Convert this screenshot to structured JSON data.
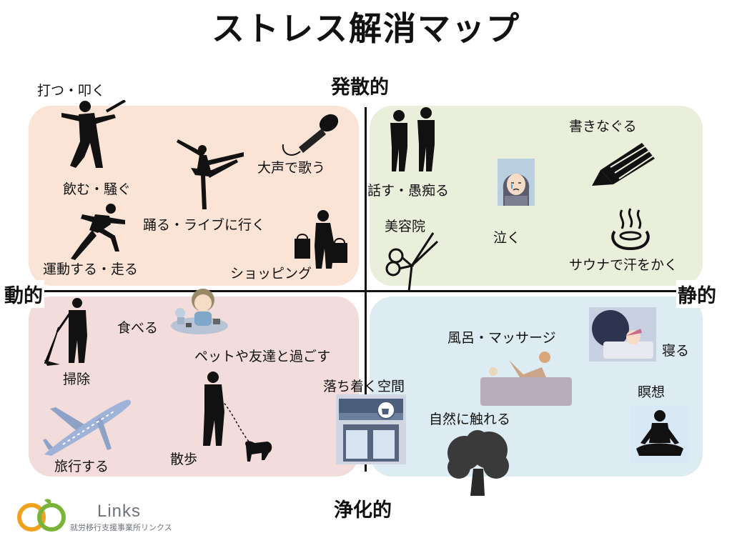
{
  "title": "ストレス解消マップ",
  "axes": {
    "top": "発散的",
    "bottom": "浄化的",
    "left": "動的",
    "right": "静的"
  },
  "items": {
    "hit": "打つ・叩く",
    "sing": "大声で歌う",
    "drink": "飲む・騒ぐ",
    "dance": "踊る・ライブに行く",
    "exercise": "運動する・走る",
    "shopping": "ショッピング",
    "talk": "話す・愚痴る",
    "write": "書きなぐる",
    "salon": "美容院",
    "cry": "泣く",
    "sauna": "サウナで汗をかく",
    "eat": "食べる",
    "pets": "ペットや友達と過ごす",
    "clean": "掃除",
    "travel": "旅行する",
    "walk": "散歩",
    "cafe": "落ち着く空間",
    "bath": "風呂・マッサージ",
    "sleep": "寝る",
    "meditate": "瞑想",
    "nature": "自然に触れる"
  },
  "logo": {
    "name": "Links",
    "subtitle": "就労移行支援事業所リンクス"
  },
  "colors": {
    "top_left": "#fbe3d5",
    "top_right": "#eaefdc",
    "bottom_left": "#f3dcdc",
    "bottom_right": "#ddebf2"
  }
}
